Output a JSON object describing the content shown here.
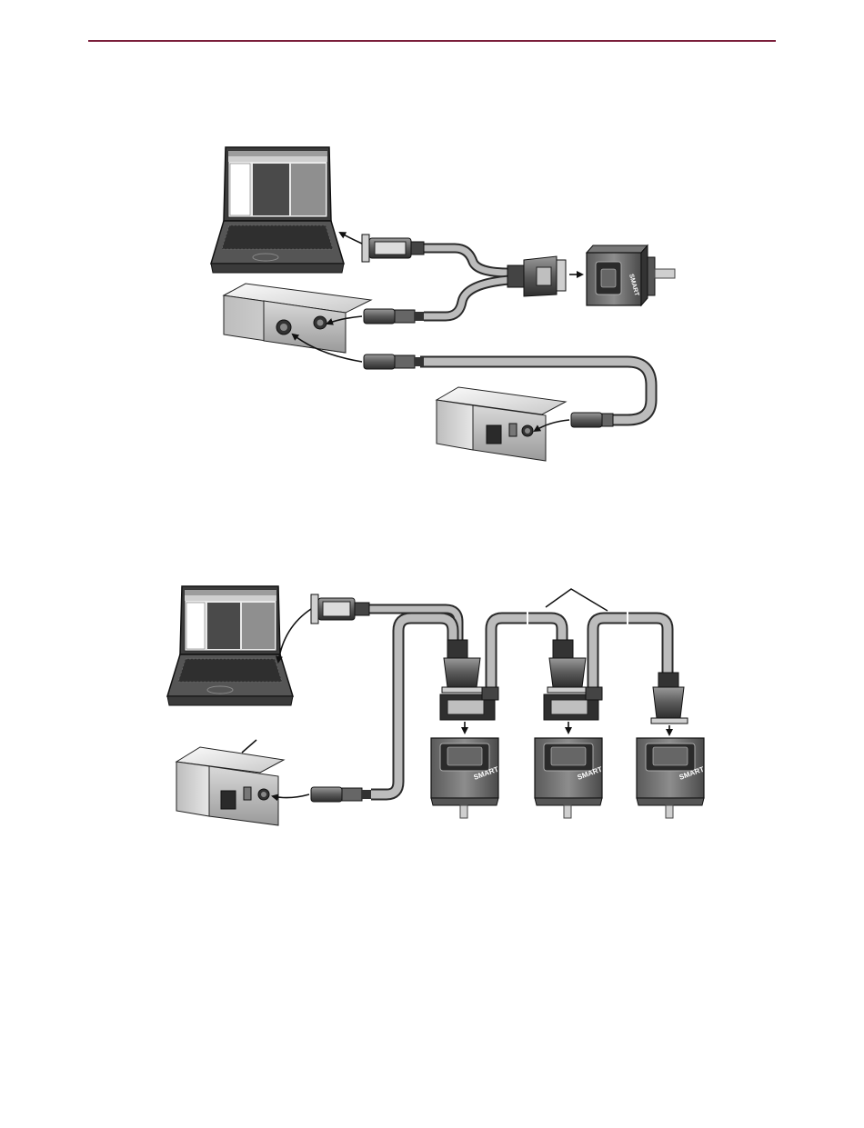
{
  "colors": {
    "rule": "#7a1e3a",
    "metal_light": "#f2f2f2",
    "metal_mid": "#d0d0d0",
    "metal_dark": "#8a8a8a",
    "case_dark": "#3a3a3a",
    "cable_fill": "#b9b9b9",
    "cable_edge": "#2a2a2a",
    "screen": "#4a4a4a"
  },
  "icons": {
    "laptop": "laptop-icon",
    "power_supply": "power-supply-icon",
    "motor": "smart-motor-icon",
    "db9_connector": "db9-connector-icon",
    "db15_connector": "db15-connector-icon",
    "circular_connector": "circular-connector-icon"
  },
  "diagram_top": {
    "motor_brand": "SMART"
  },
  "diagram_bottom": {
    "motors": [
      {
        "brand": "SMART"
      },
      {
        "brand": "SMART"
      },
      {
        "brand": "SMART"
      }
    ]
  }
}
